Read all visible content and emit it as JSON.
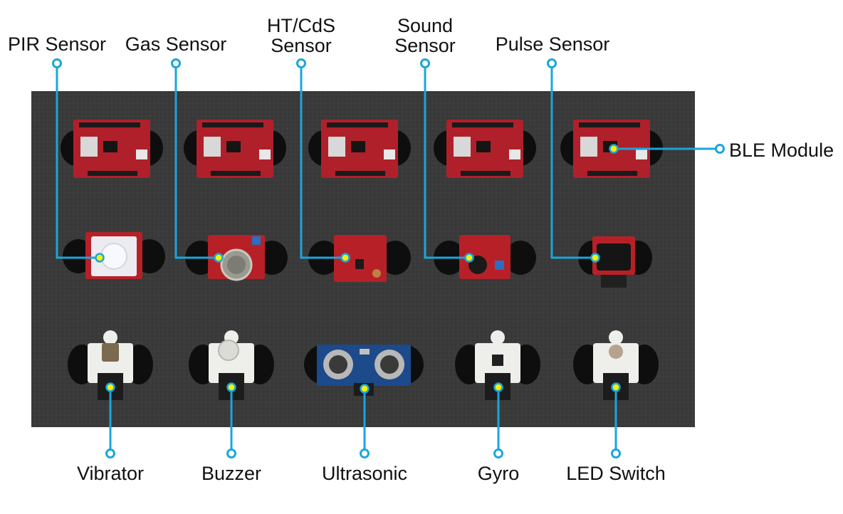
{
  "colors": {
    "leader": "#1aa6dc",
    "dot": "#f3f000",
    "foam": "#3b3b3b",
    "pcb_red": "#b0202a",
    "module_white": "#eeeeea"
  },
  "labels": {
    "pir": "PIR Sensor",
    "gas": "Gas Sensor",
    "htcds_line1": "HT/CdS",
    "htcds_line2": "Sensor",
    "sound_line1": "Sound",
    "sound_line2": "Sensor",
    "pulse": "Pulse Sensor",
    "ble": "BLE Module",
    "vibrator": "Vibrator",
    "buzzer": "Buzzer",
    "ultrasonic": "Ultrasonic",
    "gyro": "Gyro",
    "led_switch": "LED Switch"
  },
  "icons": {
    "tray": "foam-tray",
    "ble_board": "red-pcb-board-icon",
    "sensor_board": "red-sensor-board-icon",
    "white_module": "white-module-icon",
    "ultrasonic": "ultrasonic-transducer-icon"
  }
}
